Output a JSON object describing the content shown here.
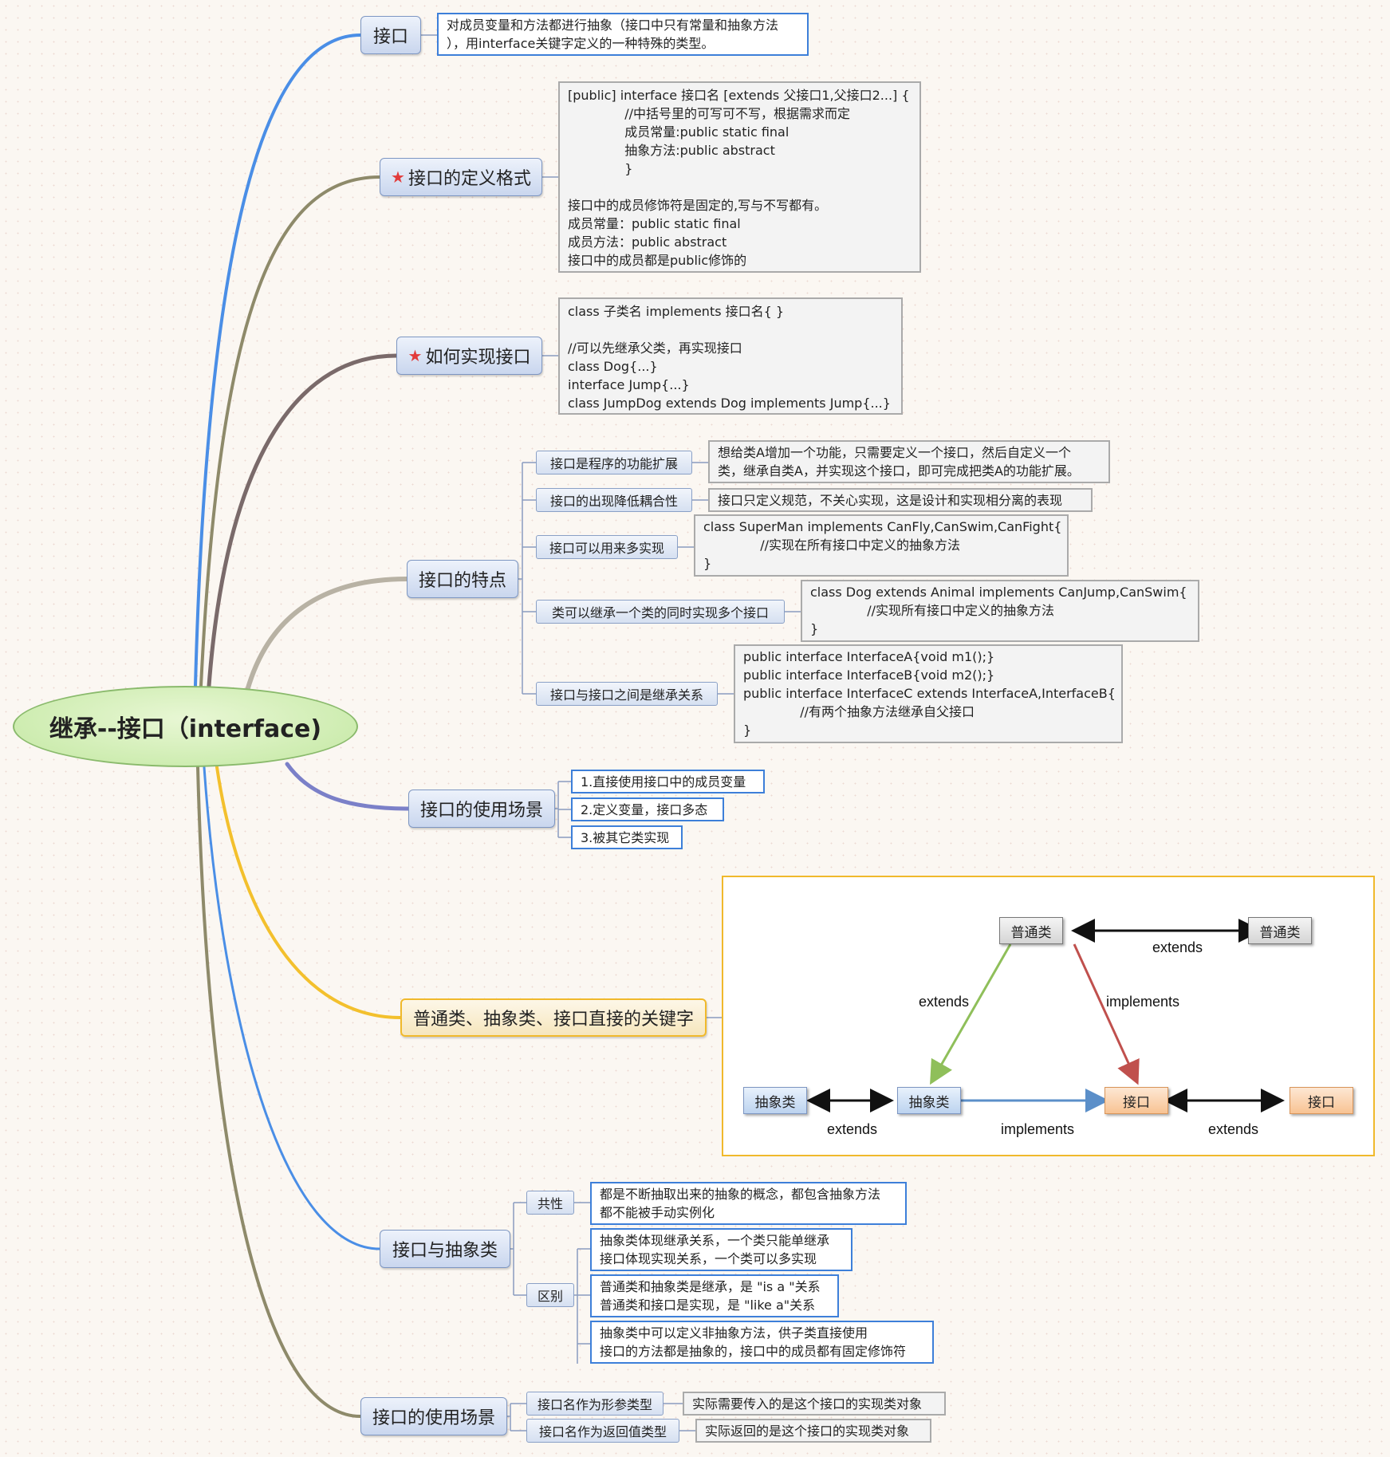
{
  "root": {
    "label": "继承--接口（interface)"
  },
  "topics": {
    "interface": {
      "label": "接口",
      "note": "对成员变量和方法都进行抽象（接口中只有常量和抽象方法\n），用interface关键字定义的一种特殊的类型。"
    },
    "definition": {
      "label": "接口的定义格式",
      "note": "[public] interface 接口名 [extends 父接口1,父接口2...] {\n              //中括号里的可写可不写，根据需求而定\n              成员常量:public static final\n              抽象方法:public abstract\n              }\n\n接口中的成员修饰符是固定的,写与不写都有。\n成员常量：public static final\n成员方法：public abstract\n接口中的成员都是public修饰的"
    },
    "implement": {
      "label": "如何实现接口",
      "note": "class 子类名 implements 接口名{ }\n\n//可以先继承父类，再实现接口\nclass Dog{...}\ninterface Jump{...}\nclass JumpDog extends Dog implements Jump{...}"
    },
    "features": {
      "label": "接口的特点",
      "items": [
        {
          "label": "接口是程序的功能扩展",
          "note": "想给类A增加一个功能，只需要定义一个接口，然后自定义一个\n类，继承自类A，并实现这个接口，即可完成把类A的功能扩展。"
        },
        {
          "label": "接口的出现降低耦合性",
          "note": "接口只定义规范，不关心实现，这是设计和实现相分离的表现"
        },
        {
          "label": "接口可以用来多实现",
          "note": "class SuperMan implements CanFly,CanSwim,CanFight{\n              //实现在所有接口中定义的抽象方法\n}"
        },
        {
          "label": "类可以继承一个类的同时实现多个接口",
          "note": "class Dog extends Animal implements CanJump,CanSwim{\n              //实现所有接口中定义的抽象方法\n}"
        },
        {
          "label": "接口与接口之间是继承关系",
          "note": "public interface InterfaceA{void m1();}\npublic interface InterfaceB{void m2();}\npublic interface InterfaceC extends InterfaceA,InterfaceB{\n              //有两个抽象方法继承自父接口\n}"
        }
      ]
    },
    "usage": {
      "label": "接口的使用场景",
      "items": [
        "1.直接使用接口中的成员变量",
        "2.定义变量，接口多态",
        "3.被其它类实现"
      ]
    },
    "keywords": {
      "label": "普通类、抽象类、接口直接的关键字",
      "diagram": {
        "nodes": {
          "plain1": "普通类",
          "plain2": "普通类",
          "abs1": "抽象类",
          "abs2": "抽象类",
          "itf1": "接口",
          "itf2": "接口"
        },
        "edges": {
          "plain_plain": "extends",
          "plain_abs": "extends",
          "plain_itf": "implements",
          "abs_abs": "extends",
          "abs_itf": "implements",
          "itf_itf": "extends"
        },
        "colors": {
          "green": "#8fbf5a",
          "red": "#c0504d",
          "blue": "#5b8fc9",
          "black": "#111111"
        }
      }
    },
    "vs_abstract": {
      "label": "接口与抽象类",
      "common": {
        "label": "共性",
        "note": "都是不断抽取出来的抽象的概念，都包含抽象方法\n都不能被手动实例化"
      },
      "diff": {
        "label": "区别",
        "notes": [
          "抽象类体现继承关系，一个类只能单继承\n接口体现实现关系，一个类可以多实现",
          "普通类和抽象类是继承，是 \"is a \"关系\n普通类和接口是实现，是 \"like a\"关系",
          "抽象类中可以定义非抽象方法，供子类直接使用\n接口的方法都是抽象的，接口中的成员都有固定修饰符"
        ]
      }
    },
    "usage2": {
      "label": "接口的使用场景",
      "items": [
        {
          "label": "接口名作为形参类型",
          "note": "实际需要传入的是这个接口的实现类对象"
        },
        {
          "label": "接口名作为返回值类型",
          "note": "实际返回的是这个接口的实现类对象"
        }
      ]
    }
  },
  "colors": {
    "branch_blue": "#4a8ee6",
    "branch_olive": "#8e8a6a",
    "branch_brown": "#7a6a6a",
    "branch_gray": "#b8b2a4",
    "branch_indigo": "#7b80c8",
    "branch_yellow": "#f3c02d",
    "branch_blue2": "#4a8ee6",
    "branch_olive2": "#8e8a6a"
  }
}
